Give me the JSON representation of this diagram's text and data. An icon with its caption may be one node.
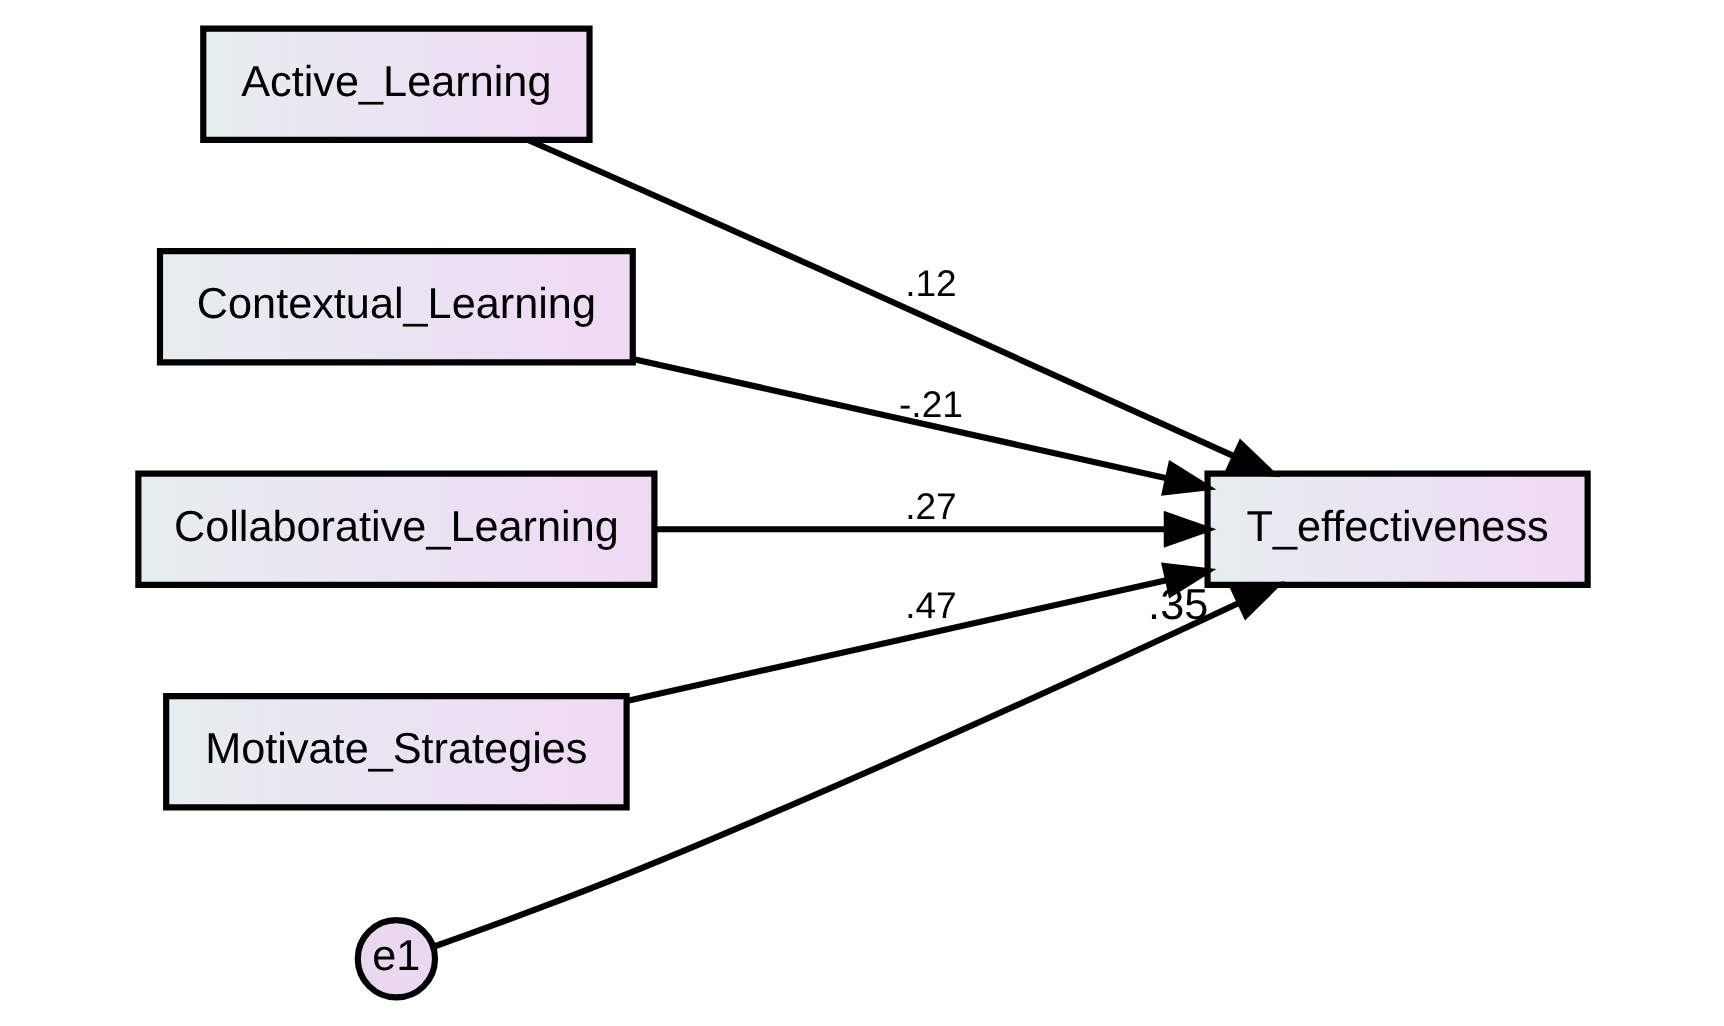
{
  "diagram": {
    "nodes": [
      {
        "text": [
          "Active_Learning"
        ]
      },
      {
        "text": [
          "Contextual_Learning"
        ]
      },
      {
        "text": [
          "Collaborative_Learning"
        ]
      },
      {
        "text": [
          "Motivate_Strategies"
        ]
      },
      {
        "text": [
          "T_effectiveness"
        ],
        "beside": [
          ".35"
        ]
      },
      {
        "text": [
          "e1"
        ]
      }
    ],
    "edges": [
      {
        "from": 0,
        "to": 4,
        "arrow": "to",
        "label": ".12"
      },
      {
        "from": 1,
        "to": 4,
        "arrow": "to",
        "label": "-.21"
      },
      {
        "from": 2,
        "to": 4,
        "arrow": "to",
        "label": ".27"
      },
      {
        "from": 3,
        "to": 4,
        "arrow": "to",
        "label": ".47"
      },
      {
        "from": 5,
        "to": 4,
        "arrow": "to"
      }
    ]
  }
}
